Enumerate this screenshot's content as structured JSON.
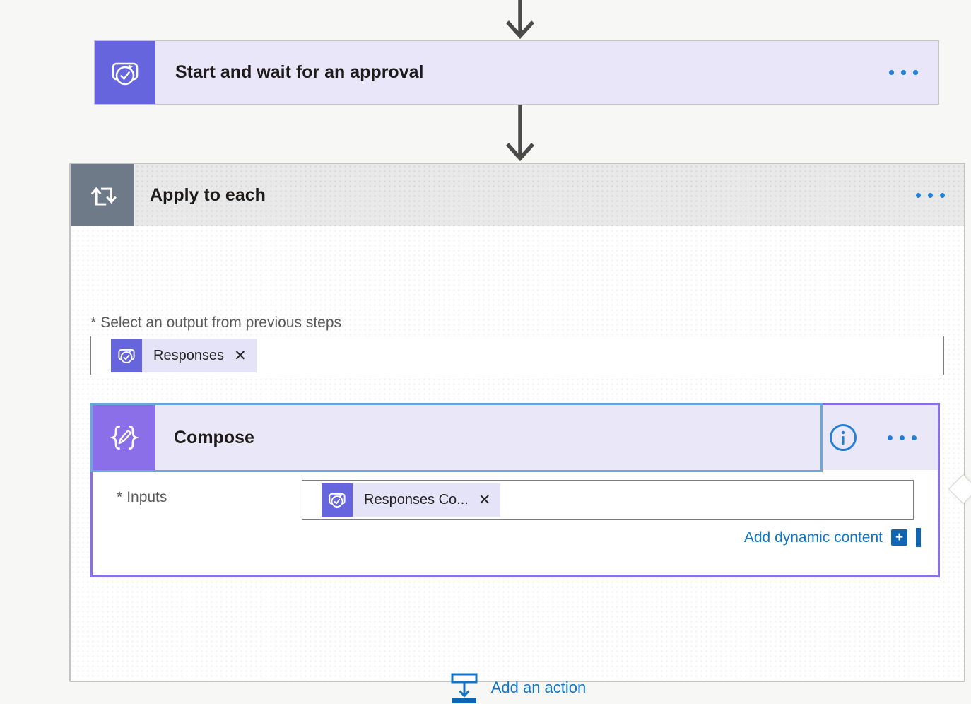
{
  "colors": {
    "accent_blue": "#2480d6",
    "link_blue": "#1374c5",
    "approval_purple": "#6665dd",
    "compose_purple": "#8a6fe8",
    "selection_blue": "#6aa6e0",
    "loop_gray": "#6e7a87",
    "token_bg": "#e5e3f7",
    "card_bg": "#e8e6f8"
  },
  "approval_card": {
    "title": "Start and wait for an approval"
  },
  "apply_to_each": {
    "title": "Apply to each",
    "select_output": {
      "required_mark": "*",
      "label": "Select an output from previous steps",
      "token": {
        "label": "Responses",
        "remove_glyph": "✕"
      }
    },
    "compose": {
      "title": "Compose",
      "inputs": {
        "required_mark": "*",
        "label": "Inputs",
        "token": {
          "label": "Responses Co...",
          "remove_glyph": "✕"
        }
      },
      "add_dynamic_content": {
        "label": "Add dynamic content",
        "plus_glyph": "+"
      }
    },
    "add_action": {
      "label": "Add an action"
    }
  }
}
